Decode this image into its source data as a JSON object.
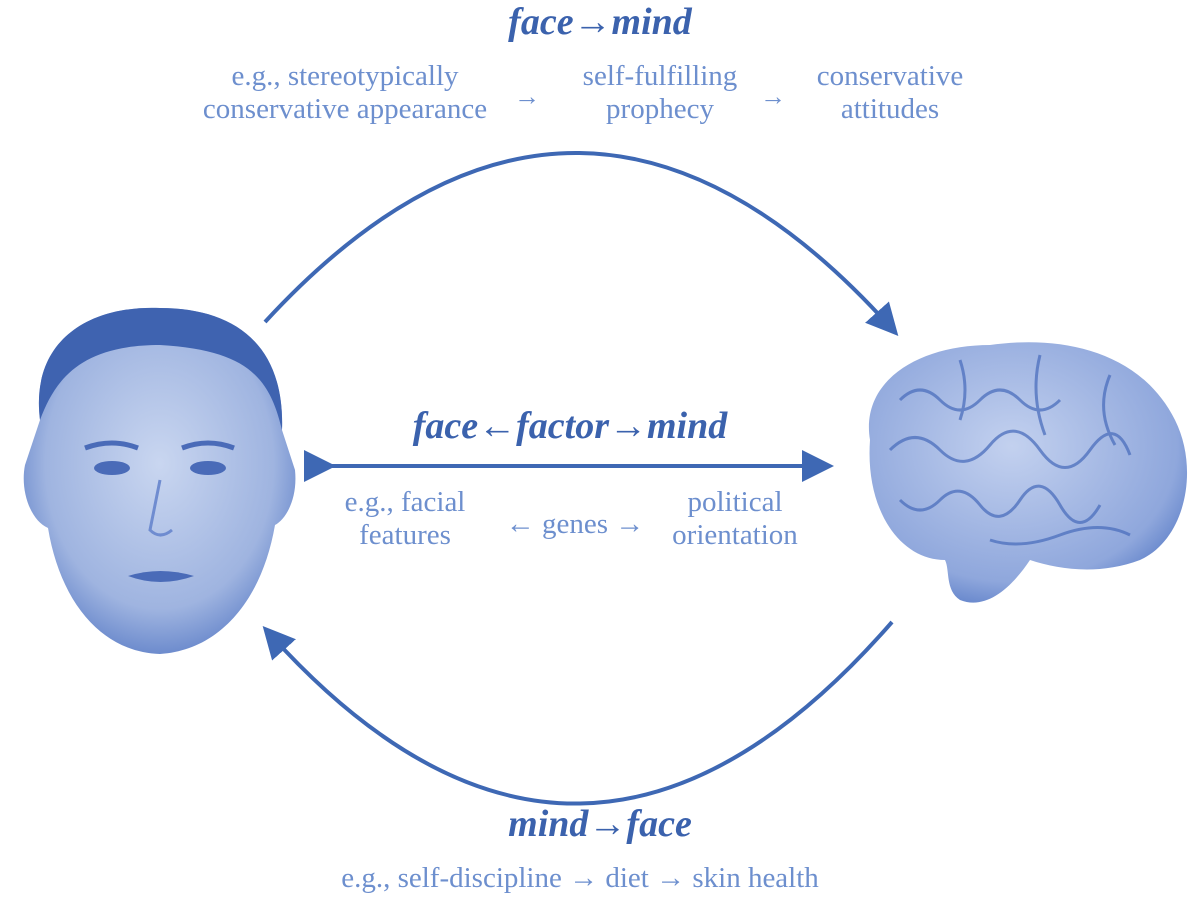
{
  "colors": {
    "title": "#3b62ad",
    "text": "#6d8fce",
    "arrows": "#3e68b4",
    "images": "#4a6fbf"
  },
  "images": {
    "left": "face-photo",
    "right": "brain-photo"
  },
  "top": {
    "title": "face→mind",
    "step1_line1": "e.g., stereotypically",
    "step1_line2": "conservative appearance",
    "step2_line1": "self-fulfilling",
    "step2_line2": "prophecy",
    "step3_line1": "conservative",
    "step3_line2": "attitudes",
    "arrow": "→"
  },
  "middle": {
    "title": "face←factor→mind",
    "left_line1": "e.g., facial",
    "left_line2": "features",
    "center": "← genes →",
    "right_line1": "political",
    "right_line2": "orientation"
  },
  "bottom": {
    "title": "mind→face",
    "text": "e.g., self-discipline → diet → skin health"
  }
}
